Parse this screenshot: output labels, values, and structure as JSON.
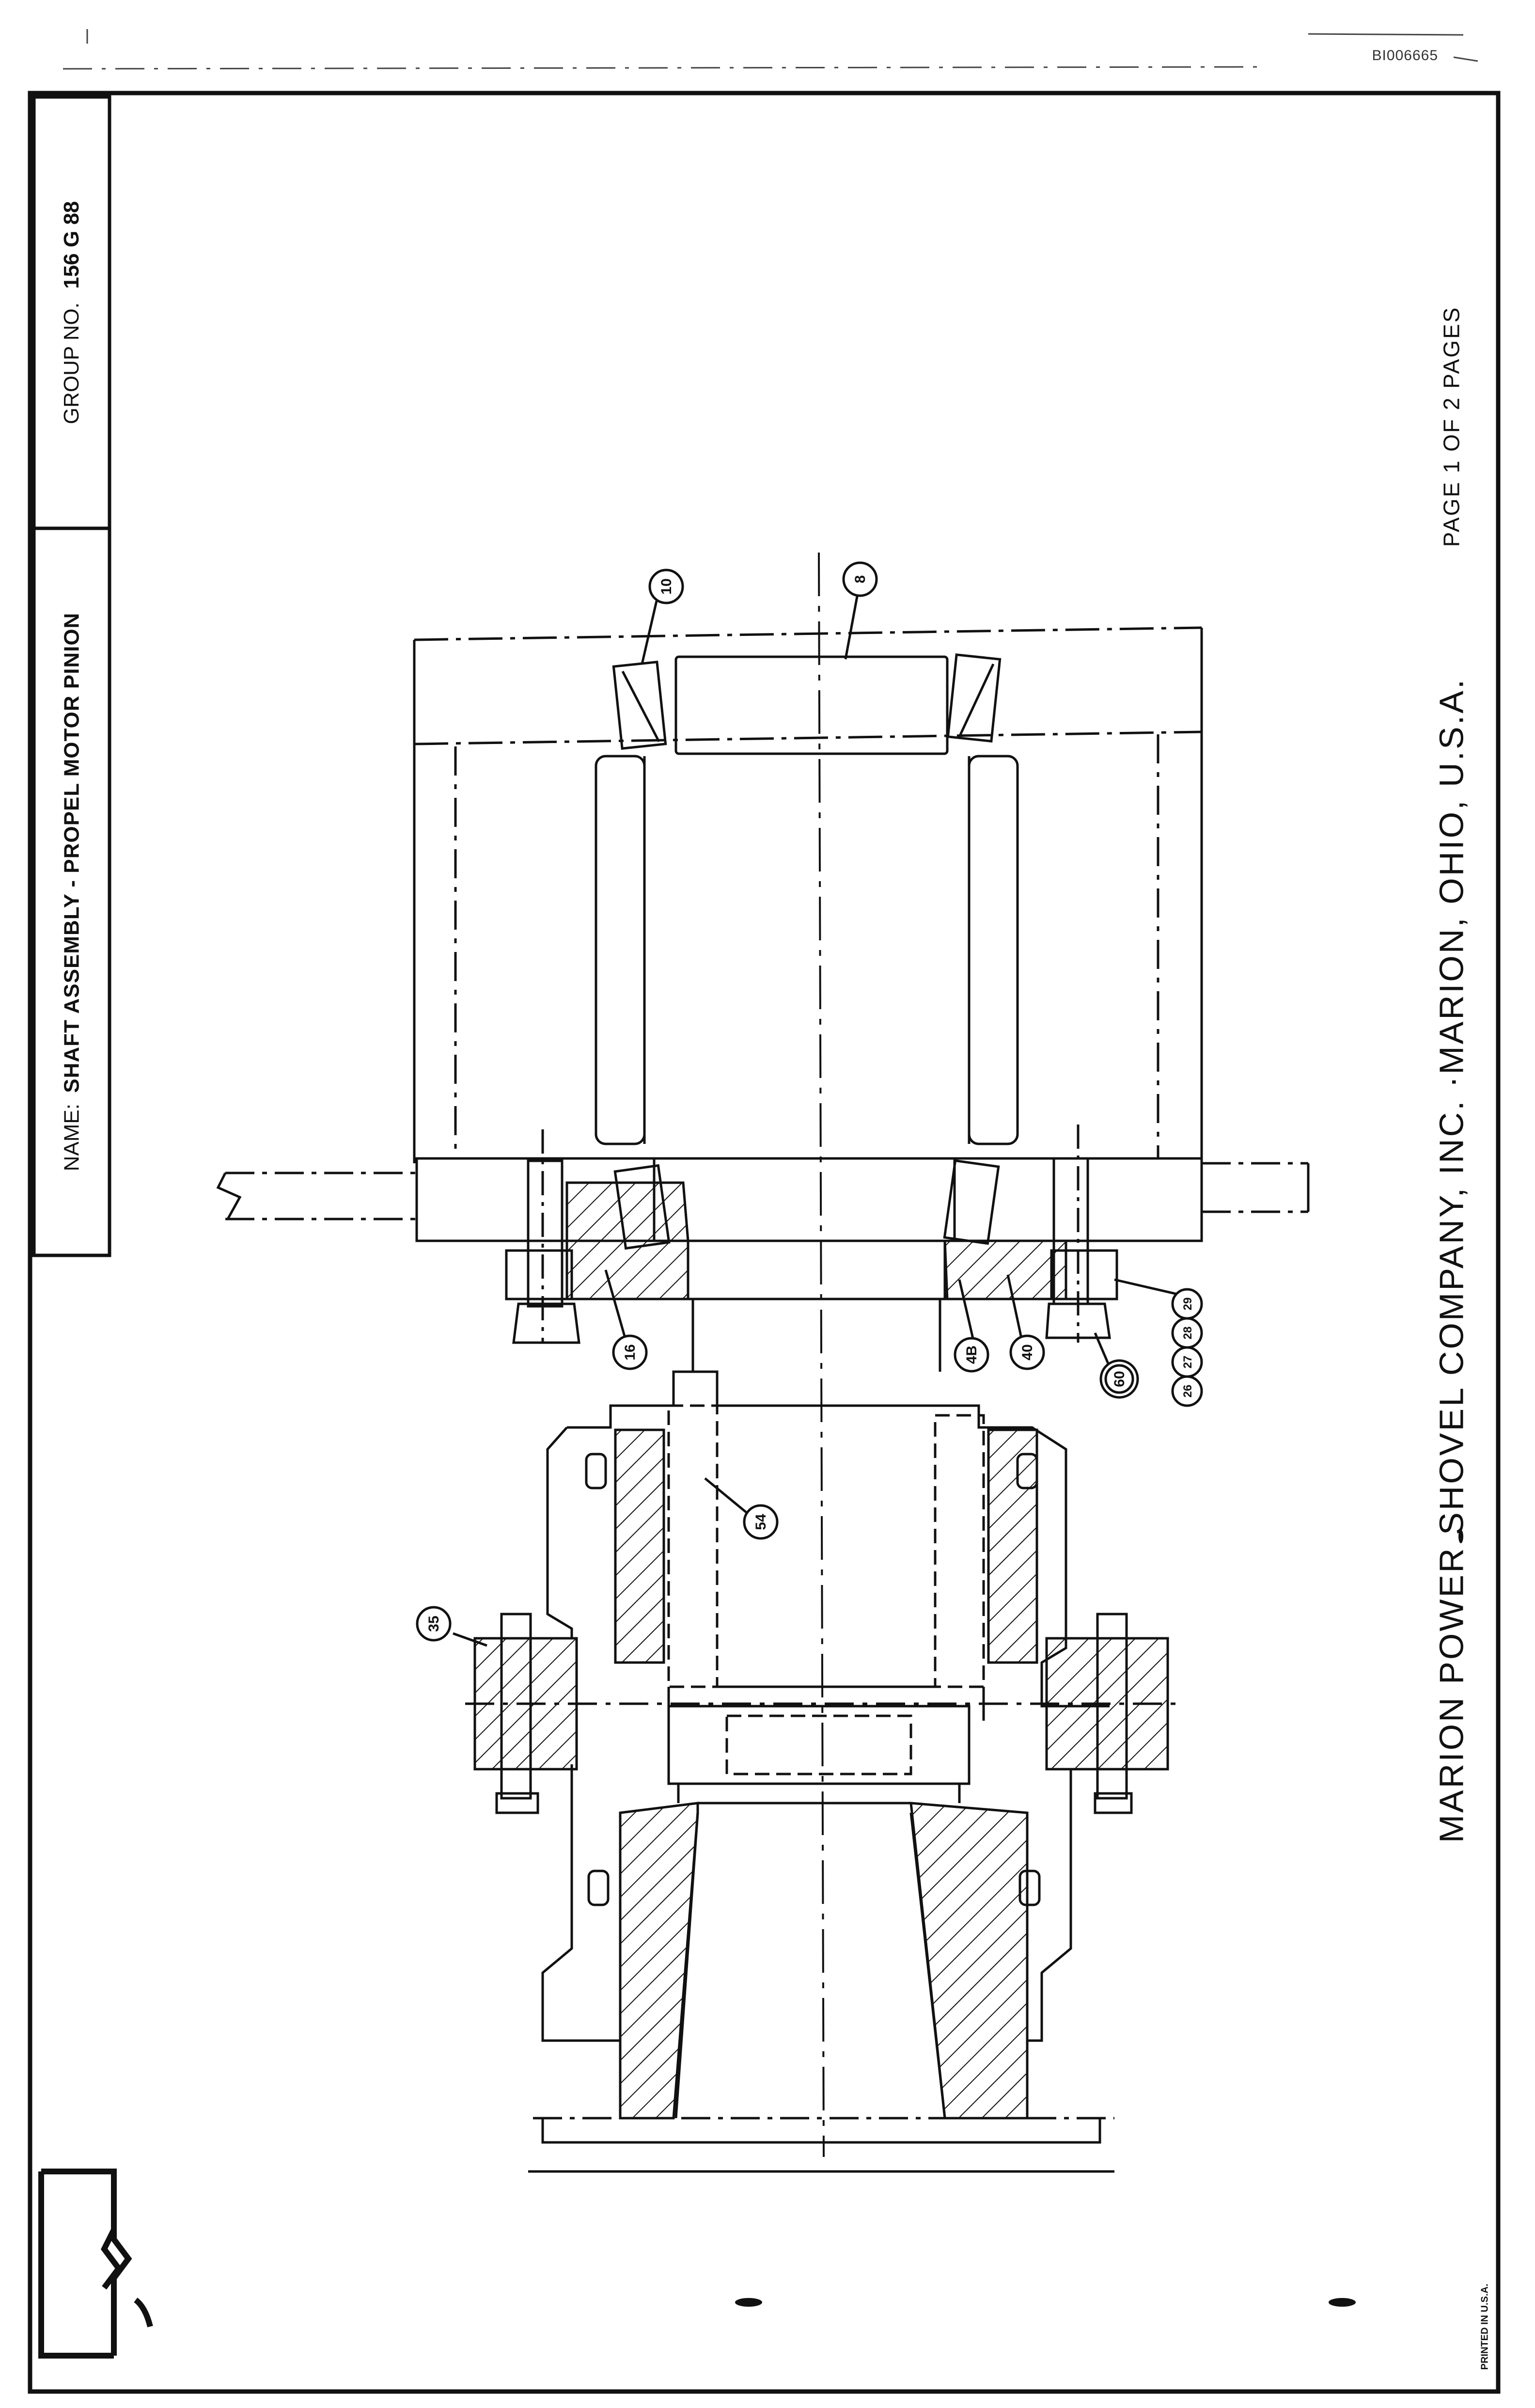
{
  "document_id": "BI006665",
  "title_block": {
    "name_label": "NAME:",
    "name_value": "SHAFT ASSEMBLY - PROPEL MOTOR PINION",
    "group_label": "GROUP NO.",
    "group_value": "156 G 88"
  },
  "footer": {
    "company": "MARION POWER SHOVEL COMPANY, INC. ·MARION, OHIO, U.S.A.",
    "page_info": "PAGE 1 OF 2 PAGES",
    "printed": "PRINTED IN U.S.A."
  },
  "callouts": [
    "10",
    "8",
    "16",
    "4B",
    "40",
    "60",
    "26",
    "27",
    "28",
    "29",
    "54",
    "35"
  ],
  "colors": {
    "ink": "#111111",
    "paper": "#ffffff"
  },
  "icons": {
    "logo": "marion-m-logo-icon"
  }
}
